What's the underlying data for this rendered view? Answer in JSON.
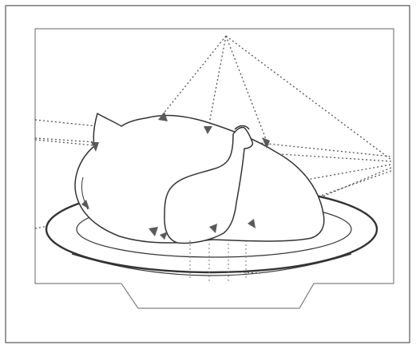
{
  "figure": {
    "description_text": "",
    "colors": {
      "outline": "#3a3a3a",
      "frame": "#555555",
      "dotted_rays": "#555555",
      "arrowheads": "#5a5a5a",
      "background": "#ffffff"
    },
    "icons": [
      "roast-chicken-outline",
      "serving-platter",
      "heat-ray-arrow"
    ],
    "ray_count": 9,
    "arrowhead_count": 9
  }
}
